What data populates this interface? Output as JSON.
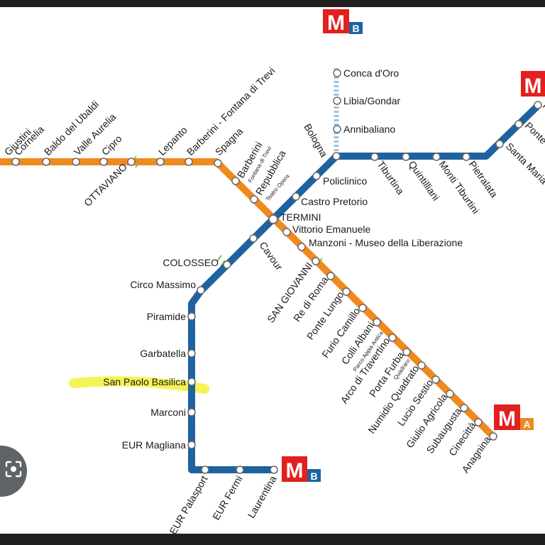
{
  "colors": {
    "line_a": "#ef8a1f",
    "line_b": "#1e62a0",
    "line_b1": "#9fc3e0",
    "metro_red": "#e2201f",
    "highlight": "#f3f23a",
    "station_fill": "#ffffff",
    "station_stroke": "#6a6a6a"
  },
  "logos": {
    "b_top": {
      "letter": "M",
      "line": "B"
    },
    "a_right": {
      "letter": "M",
      "line": "A"
    },
    "b_bottom": {
      "letter": "M",
      "line": "B"
    },
    "top_right": {
      "letter": "M",
      "line": ""
    }
  },
  "stations": {
    "giustini": "Giustini",
    "cornelia": "Cornelia",
    "baldo": "Baldo del Ubaldi",
    "valle": "Valle Aurelia",
    "cipro": "Cipro",
    "ottaviano": "OTTAVIANO",
    "lepanto": "Lepanto",
    "flaminio": "Barberini - Fontana di Trevi",
    "spagna": "Spagna",
    "barberini": "Barberini",
    "fontana": "Fontana di Trevi",
    "repubblica": "Repubblica",
    "teatro": "Teatro Opera",
    "termini": "TERMINI",
    "vittorio": "Vittorio Emanuele",
    "manzoni": "Manzoni - Museo della Liberazione",
    "sangiovanni": "SAN GIOVANNI",
    "rediroma": "Re di Roma",
    "pontelungo": "Ponte Lungo",
    "furio": "Furio Camillo",
    "colli": "Colli Albani",
    "parco": "Parco Appia Antica",
    "arco": "Arco di Travertino",
    "porta": "Porta Furba",
    "quadraro": "Quadraro",
    "numidio": "Numidio Quadrato",
    "lucio": "Lucio Sestio",
    "giulio": "Giulio Agricola",
    "subaugusta": "Subaugusta",
    "cinecitta": "Cinecittà",
    "anagnina": "Anagnina",
    "conca": "Conca d'Oro",
    "libia": "Libia/Gondar",
    "annibaliano": "Annibaliano",
    "bologna": "Bologna",
    "policlinico": "Policlinico",
    "castro": "Castro Pretorio",
    "cavour": "Cavour",
    "colosseo": "COLOSSEO",
    "circo": "Circo Massimo",
    "piramide": "Piramide",
    "garbatella": "Garbatella",
    "sanpaolo": "San Paolo Basilica",
    "marconi": "Marconi",
    "eurmagliana": "EUR Magliana",
    "eurpalasport": "EUR Palasport",
    "eurfermi": "EUR Fermi",
    "laurentina": "Laurentina",
    "tiburtina": "Tiburtina",
    "quintiliani": "Quintilliani",
    "monti": "Monti Tiburtini",
    "pietralata": "Pietralata",
    "santamaria": "Santa Maria",
    "ponte": "Ponte",
    "rebibbia": "R"
  }
}
